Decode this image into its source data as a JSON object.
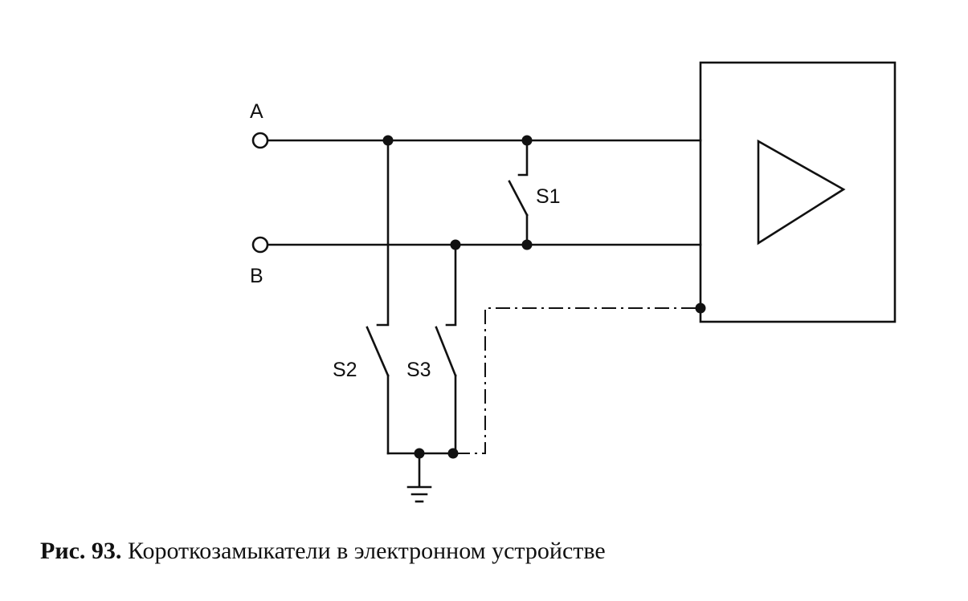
{
  "labels": {
    "terminal_a": "A",
    "terminal_b": "B",
    "switch_1": "S1",
    "switch_2": "S2",
    "switch_3": "S3"
  },
  "caption": {
    "number": "Рис. 93.",
    "text": "Короткозамыкатели в электронном устройстве"
  }
}
